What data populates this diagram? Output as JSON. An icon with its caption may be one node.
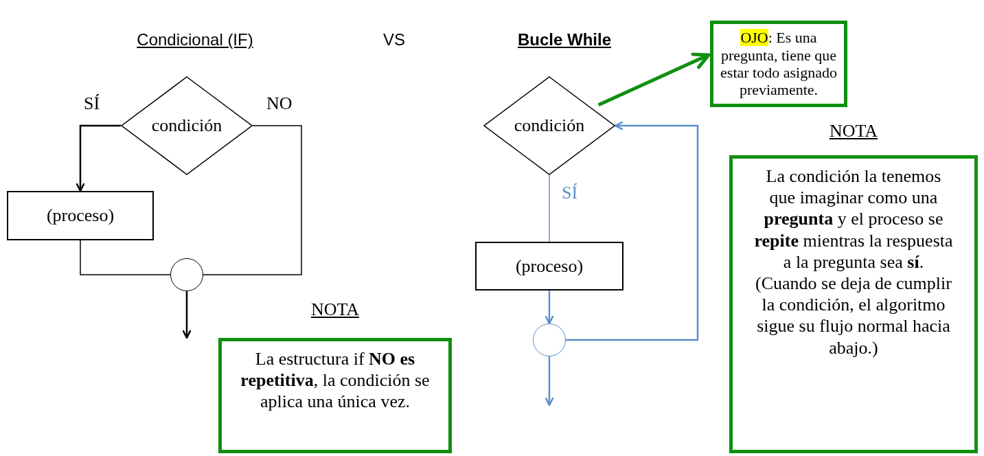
{
  "diagram": {
    "nodes": [
      {
        "text": [
          "condición"
        ]
      },
      {
        "text": [
          "(proceso)"
        ]
      },
      {
        "text": [],
        "shape": "circle"
      },
      {
        "text": [
          "NOTA",
          "La estructura if **NO es repetitiva**, la condición se aplica una única vez."
        ]
      },
      {
        "text": [
          "condición"
        ]
      },
      {
        "text": [
          "(proceso)"
        ]
      },
      {
        "text": [],
        "shape": "circle"
      },
      {
        "text": [
          "OJO: Es una pregunta, tiene que estar todo asignado previamente."
        ]
      },
      {
        "text": [
          "NOTA",
          "La condición la tenemos que imaginar como una **pregunta** y el proceso se **repite** mientras la respuesta a la pregunta sea **sí**.",
          "(Cuando se deja de cumplir la condición, el algoritmo sigue su flujo normal hacia abajo.)"
        ]
      }
    ],
    "edges": [
      {
        "from": 0,
        "to": 1,
        "arrow": "to",
        "label": "SÍ"
      },
      {
        "from": 0,
        "to": 2,
        "arrow": "none",
        "label": "NO"
      },
      {
        "from": 1,
        "to": 2,
        "arrow": "none"
      },
      {
        "from": 2,
        "to": null,
        "arrow": "to"
      },
      {
        "from": 4,
        "to": 5,
        "arrow": "none",
        "label": "SÍ",
        "color": "#5b8fc9"
      },
      {
        "from": 5,
        "to": 6,
        "arrow": "to",
        "color": "#5b8fc9"
      },
      {
        "from": 6,
        "to": 4,
        "arrow": "to",
        "color": "#5b8fc9"
      },
      {
        "from": 6,
        "to": null,
        "arrow": "to",
        "color": "#5b8fc9"
      },
      {
        "from": 4,
        "to": 7,
        "arrow": "to",
        "style": "thick",
        "color": "#109010"
      }
    ],
    "labels": [
      "Condicional (IF)",
      "VS",
      "Bucle While"
    ]
  }
}
